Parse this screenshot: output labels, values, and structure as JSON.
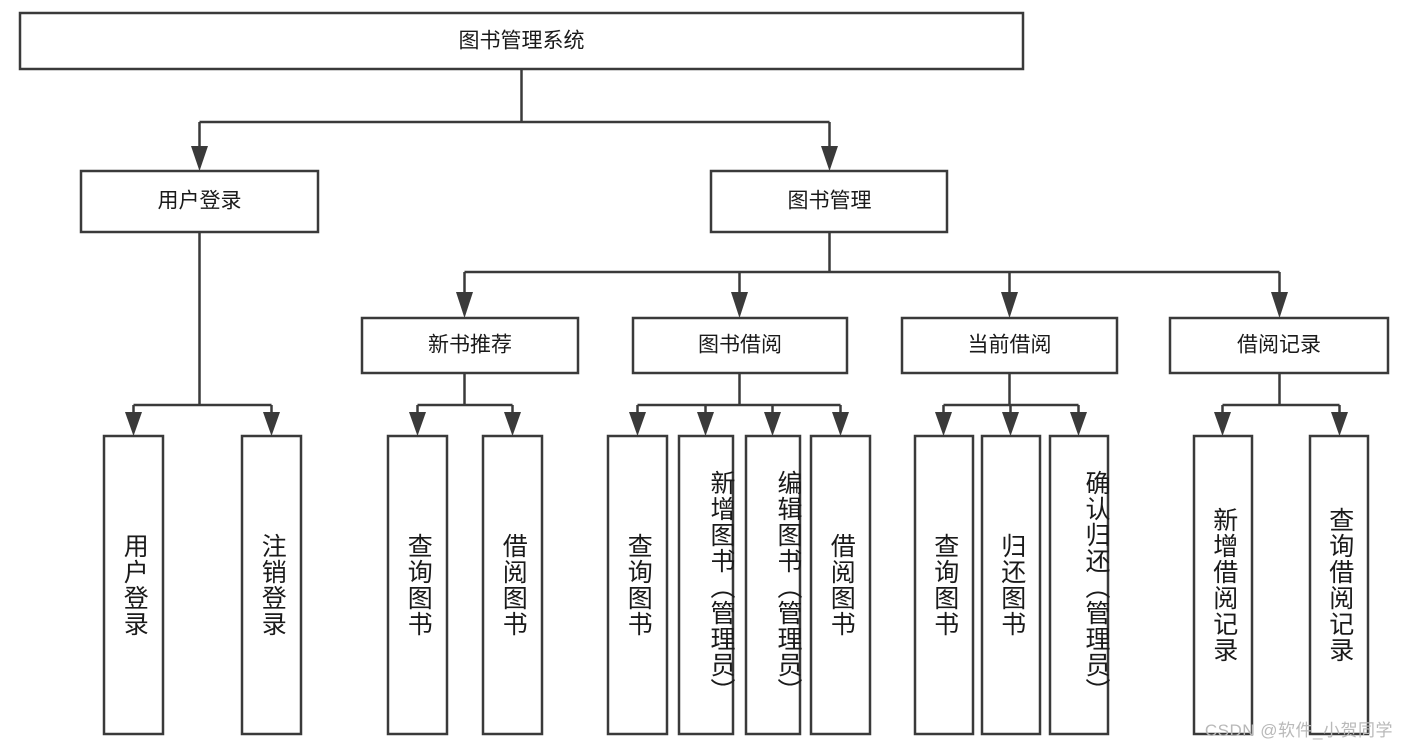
{
  "diagram": {
    "type": "tree-hierarchy",
    "title": "图书管理系统",
    "orientation": "top-down",
    "colors": {
      "box_stroke": "#3a3a3a",
      "box_fill": "#ffffff",
      "connector": "#3a3a3a",
      "text": "#1a1a1a",
      "watermark": "#b9b9b9",
      "background": "#ffffff"
    },
    "levels": 4,
    "root": {
      "label": "图书管理系统",
      "children": [
        {
          "label": "用户登录",
          "children": [
            {
              "label": "用户登录"
            },
            {
              "label": "注销登录"
            }
          ]
        },
        {
          "label": "图书管理",
          "children": [
            {
              "label": "新书推荐",
              "children": [
                {
                  "label": "查询图书"
                },
                {
                  "label": "借阅图书"
                }
              ]
            },
            {
              "label": "图书借阅",
              "children": [
                {
                  "label": "查询图书"
                },
                {
                  "label": "新增图书（管理员）"
                },
                {
                  "label": "编辑图书（管理员）"
                },
                {
                  "label": "借阅图书"
                }
              ]
            },
            {
              "label": "当前借阅",
              "children": [
                {
                  "label": "查询图书"
                },
                {
                  "label": "归还图书"
                },
                {
                  "label": "确认归还（管理员）"
                }
              ]
            },
            {
              "label": "借阅记录",
              "children": [
                {
                  "label": "新增借阅记录"
                },
                {
                  "label": "查询借阅记录"
                }
              ]
            }
          ]
        }
      ]
    }
  },
  "nodes": {
    "root": "图书管理系统",
    "l1": {
      "user_login": "用户登录",
      "book_manage": "图书管理"
    },
    "l2": {
      "new_book_rec": "新书推荐",
      "book_borrow": "图书借阅",
      "current_borrow": "当前借阅",
      "borrow_record": "借阅记录"
    },
    "leaves": {
      "user_login": "用户登录",
      "logout": "注销登录",
      "rec_query_book": "查询图书",
      "rec_borrow_book": "借阅图书",
      "bb_query_book": "查询图书",
      "bb_add_book": "新增图书（管理员）",
      "bb_edit_book": "编辑图书（管理员）",
      "bb_borrow_book": "借阅图书",
      "cb_query_book": "查询图书",
      "cb_return_book": "归还图书",
      "cb_confirm_return": "确认归还（管理员）",
      "br_add_record": "新增借阅记录",
      "br_query_record": "查询借阅记录"
    }
  },
  "watermark": {
    "text": "CSDN @软件_小贺同学"
  }
}
